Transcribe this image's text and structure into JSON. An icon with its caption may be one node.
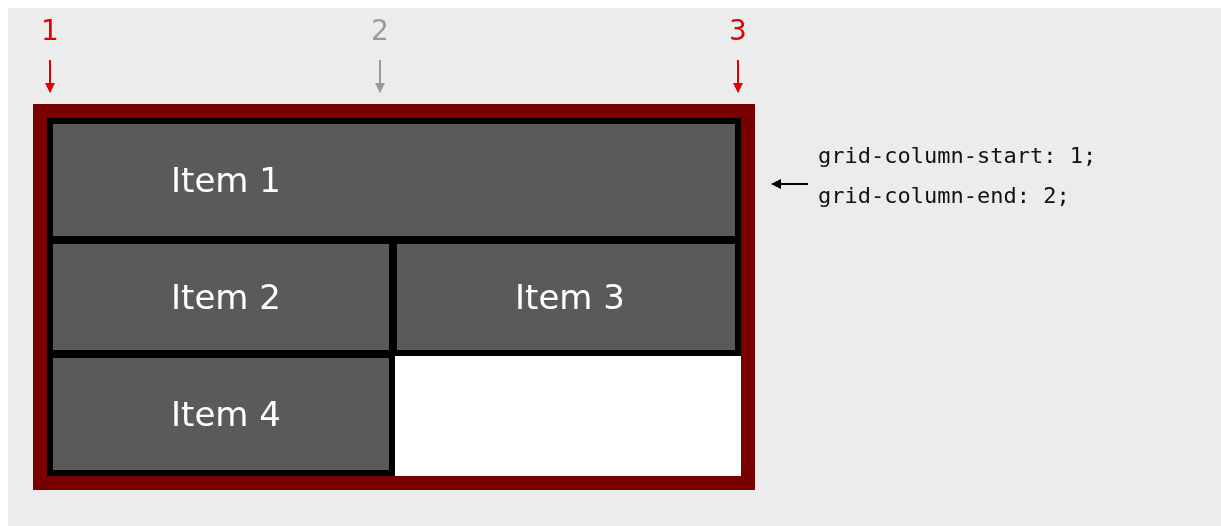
{
  "diagram": {
    "nodes": [
      {
        "text": [],
        "shape": "box"
      },
      {
        "text": [
          "Item 1"
        ],
        "in": 0
      },
      {
        "text": [
          "Item 2"
        ],
        "in": 0
      },
      {
        "text": [
          "Item 3"
        ],
        "in": 0
      },
      {
        "text": [
          "Item 4"
        ],
        "in": 0
      },
      {
        "text": [
          "grid-column-start: 1;",
          "grid-column-end: 2;"
        ]
      }
    ],
    "edges": [
      {
        "from": 5,
        "to": 0,
        "arrow": "to"
      }
    ],
    "labels": [
      "1",
      "2",
      "3"
    ]
  }
}
